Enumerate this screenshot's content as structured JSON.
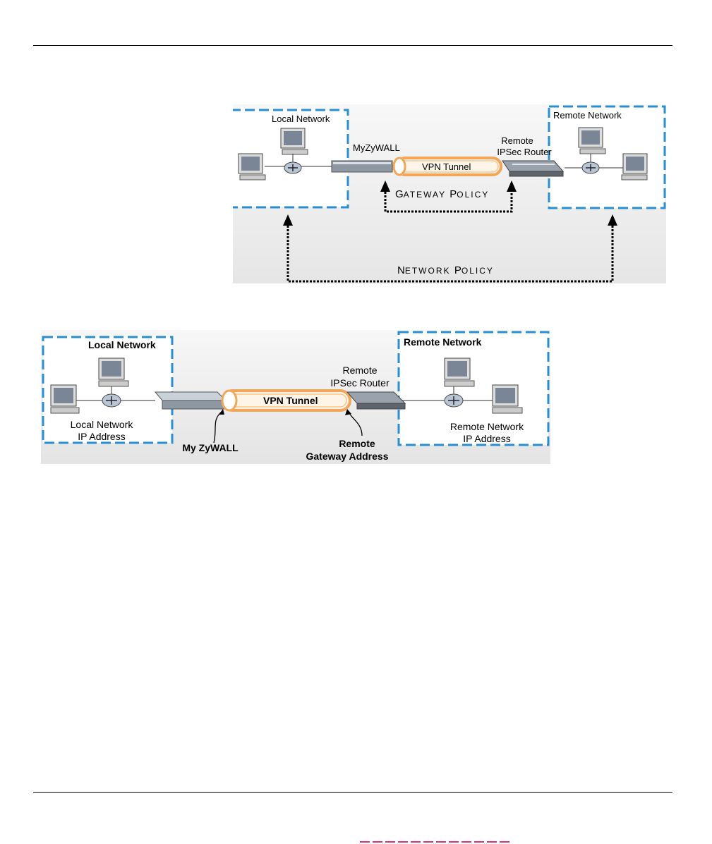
{
  "figure_top": {
    "local_network": "Local Network",
    "remote_network": "Remote Network",
    "my_zywall": "MyZyWALL",
    "remote_router_line1": "Remote",
    "remote_router_line2": "IPSec Router",
    "vpn_tunnel": "VPN Tunnel",
    "gateway_policy_big1": "G",
    "gateway_policy_small1": "ATEWAY ",
    "gateway_policy_big2": "P",
    "gateway_policy_small2": "OLICY",
    "network_policy_big1": "N",
    "network_policy_small1": "ETWORK ",
    "network_policy_big2": "P",
    "network_policy_small2": "OLICY"
  },
  "figure_bottom": {
    "local_network": "Local Network",
    "remote_network": "Remote Network",
    "remote_router_line1": "Remote",
    "remote_router_line2": "IPSec Router",
    "vpn_tunnel": "VPN Tunnel",
    "local_ip_line1": "Local Network",
    "local_ip_line2": "IP Address",
    "remote_ip_line1": "Remote Network",
    "remote_ip_line2": "IP Address",
    "my_zywall": "My ZyWALL",
    "remote_gateway_line1": "Remote",
    "remote_gateway_line2": "Gateway Address"
  },
  "colors": {
    "dash_box": "#2a8fd0",
    "tunnel": "#f2a65a",
    "tunnel_inner": "#fff4e8",
    "policy_arrow": "#000000",
    "accent_strip": "#d6337a"
  }
}
